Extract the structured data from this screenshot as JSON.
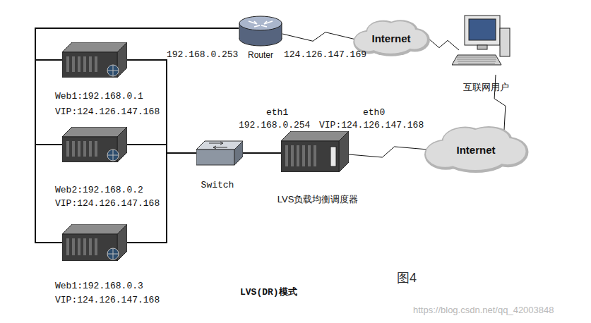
{
  "diagram": {
    "caption": "LVS(DR)模式",
    "nodes": [
      {
        "text": [
          "Router"
        ]
      },
      {
        "text": [
          "Internet"
        ]
      },
      {
        "text": [
          "互联网用户"
        ]
      },
      {
        "text": [
          "Web1:192.168.0.1",
          "VIP:124.126.147.168"
        ]
      },
      {
        "text": [
          "Web2:192.168.0.2",
          "VIP:124.126.147.168"
        ]
      },
      {
        "text": [
          "Switch"
        ]
      },
      {
        "text": [
          "LVS负载均衡调度器"
        ]
      },
      {
        "text": [
          "Internet"
        ]
      },
      {
        "text": [
          "Web1:192.168.0.3",
          "VIP:124.126.147.168"
        ]
      }
    ],
    "edges": [
      {
        "from": 3,
        "to": 0,
        "arrow": "none"
      },
      {
        "from": 4,
        "to": 0,
        "arrow": "none"
      },
      {
        "from": 8,
        "to": 0,
        "arrow": "none"
      },
      {
        "from": 3,
        "to": 5,
        "arrow": "none"
      },
      {
        "from": 4,
        "to": 5,
        "arrow": "none"
      },
      {
        "from": 8,
        "to": 5,
        "arrow": "none"
      },
      {
        "from": 5,
        "to": 6,
        "arrow": "none"
      },
      {
        "from": 6,
        "to": 7,
        "arrow": "none"
      },
      {
        "from": 7,
        "to": 2,
        "arrow": "none"
      },
      {
        "from": 2,
        "to": 1,
        "arrow": "none"
      },
      {
        "from": 1,
        "to": 0,
        "arrow": "none"
      }
    ],
    "labels": [
      "192.168.0.253",
      "124.126.147.169",
      "eth1",
      "192.168.0.254",
      "eth0",
      "VIP:124.126.147.168",
      "图4",
      "https://blog.csdn.net/qq_42003848"
    ]
  }
}
